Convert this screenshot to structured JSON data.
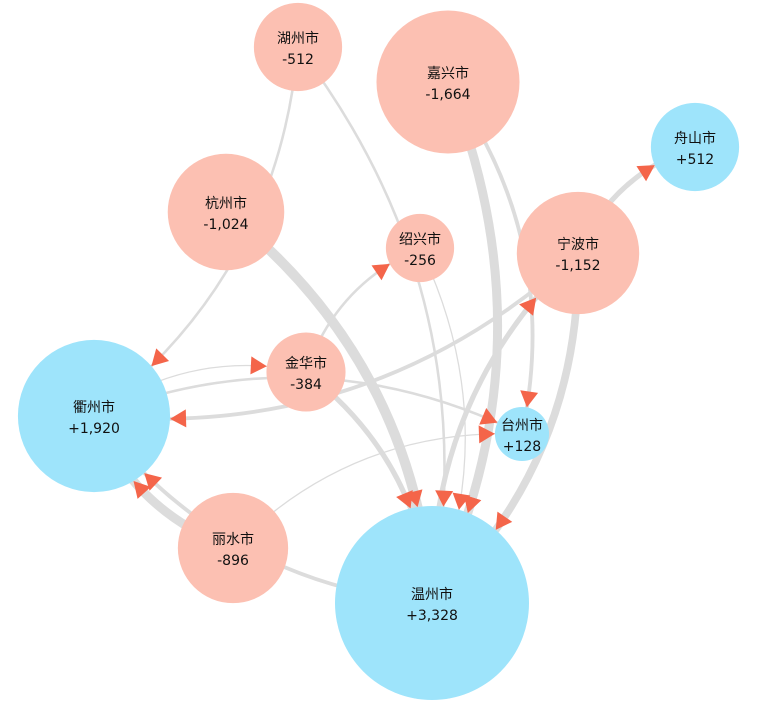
{
  "chart_data": {
    "type": "flow-network",
    "nodes": [
      {
        "id": "huzhou",
        "name": "湖州市",
        "value": -512,
        "label": "-512"
      },
      {
        "id": "jiaxing",
        "name": "嘉兴市",
        "value": -1664,
        "label": "-1,664"
      },
      {
        "id": "zhoushan",
        "name": "舟山市",
        "value": 512,
        "label": "+512"
      },
      {
        "id": "hangzhou",
        "name": "杭州市",
        "value": -1024,
        "label": "-1,024"
      },
      {
        "id": "shaoxing",
        "name": "绍兴市",
        "value": -256,
        "label": "-256"
      },
      {
        "id": "ningbo",
        "name": "宁波市",
        "value": -1152,
        "label": "-1,152"
      },
      {
        "id": "jinhua",
        "name": "金华市",
        "value": -384,
        "label": "-384"
      },
      {
        "id": "quzhou",
        "name": "衢州市",
        "value": 1920,
        "label": "+1,920"
      },
      {
        "id": "taizhou",
        "name": "台州市",
        "value": 128,
        "label": "+128"
      },
      {
        "id": "lishui",
        "name": "丽水市",
        "value": -896,
        "label": "-896"
      },
      {
        "id": "wenzhou",
        "name": "温州市",
        "value": 3328,
        "label": "+3,328"
      }
    ],
    "flows": [
      {
        "from": "hangzhou",
        "to": "wenzhou",
        "value": 1024
      },
      {
        "from": "jiaxing",
        "to": "wenzhou",
        "value": 896
      },
      {
        "from": "jiaxing",
        "to": "taizhou",
        "value": 384
      },
      {
        "from": "jiaxing",
        "to": "wenzhou",
        "value": 384
      },
      {
        "from": "ningbo",
        "to": "wenzhou",
        "value": 768
      },
      {
        "from": "ningbo",
        "to": "quzhou",
        "value": 384
      },
      {
        "from": "ningbo",
        "to": "zhoushan",
        "value": 512
      },
      {
        "from": "huzhou",
        "to": "quzhou",
        "value": 256
      },
      {
        "from": "huzhou",
        "to": "wenzhou",
        "value": 256
      },
      {
        "from": "jinhua",
        "to": "shaoxing",
        "value": 256
      },
      {
        "from": "jinhua",
        "to": "wenzhou",
        "value": 512
      },
      {
        "from": "shaoxing",
        "to": "wenzhou",
        "value": 128
      },
      {
        "from": "lishui",
        "to": "quzhou",
        "value": 896
      },
      {
        "from": "lishui",
        "to": "taizhou",
        "value": 128
      },
      {
        "from": "wenzhou",
        "to": "quzhou",
        "value": 384
      },
      {
        "from": "wenzhou",
        "to": "ningbo",
        "value": 512
      },
      {
        "from": "quzhou",
        "to": "jinhua",
        "value": 128
      },
      {
        "from": "quzhou",
        "to": "taizhou",
        "value": 256
      }
    ],
    "colors": {
      "negative": "#fcc0b2",
      "positive": "#9ee4fb",
      "link": "#dcdcdc",
      "arrow": "#f4654a",
      "text": "#111111"
    }
  }
}
